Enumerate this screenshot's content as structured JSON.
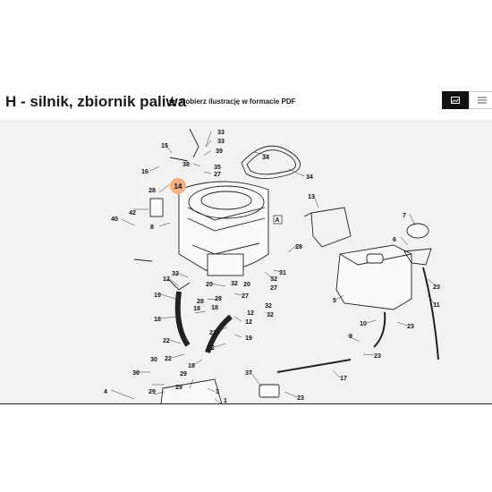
{
  "page": {
    "title": "H - silnik, zbiornik paliwa",
    "download_label": "Pobierz ilustrację w formacie PDF"
  },
  "view_toggle": {
    "active_icon": "image-icon",
    "inactive_icon": "list-icon"
  },
  "diagram": {
    "highlight_color": "#f4b183",
    "highlighted_part": "14",
    "callouts": [
      "15",
      "16",
      "14",
      "28",
      "42",
      "40",
      "8",
      "33",
      "33",
      "39",
      "38",
      "35",
      "27",
      "34",
      "13",
      "A",
      "28",
      "6",
      "7",
      "32",
      "12",
      "20",
      "27",
      "32",
      "31",
      "23",
      "11",
      "19",
      "18",
      "22",
      "21",
      "12",
      "18",
      "28",
      "19",
      "2",
      "22",
      "18",
      "5",
      "10",
      "23",
      "9",
      "23",
      "3",
      "30",
      "29",
      "17",
      "37",
      "23",
      "4",
      "29",
      "1",
      "29",
      "32",
      "18",
      "28",
      "12",
      "27",
      "32",
      "32",
      "20"
    ]
  }
}
